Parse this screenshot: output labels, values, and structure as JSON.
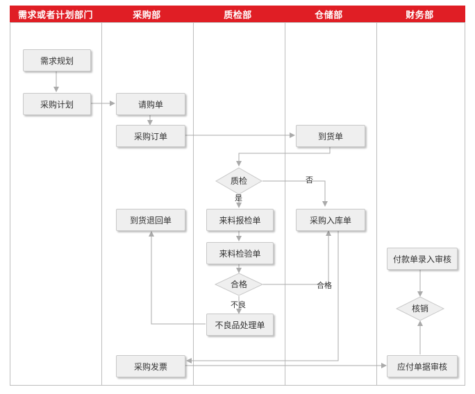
{
  "lanes": [
    "需求或者计划部门",
    "采购部",
    "质检部",
    "仓储部",
    "财务部"
  ],
  "nodes": {
    "demand_plan": "需求规划",
    "purchase_plan": "采购计划",
    "requisition": "请购单",
    "purchase_order": "采购订单",
    "arrival_note": "到货单",
    "quality_check": "质检",
    "incoming_report": "来料报检单",
    "incoming_inspection": "来料检验单",
    "qualified": "合格",
    "defect_handling": "不良品处理单",
    "return_note": "到货退回单",
    "warehouse_in": "采购入库单",
    "invoice": "采购发票",
    "payment_entry": "付款单录入审核",
    "write_off": "核销",
    "payable_review": "应付单据审核"
  },
  "edge_labels": {
    "no": "否",
    "yes": "是",
    "qualified": "合格",
    "defective": "不良"
  },
  "colors": {
    "header": "#e01e25",
    "box_fill": "#efefef",
    "box_border": "#c8c8c8",
    "line": "#aaaaaa"
  }
}
